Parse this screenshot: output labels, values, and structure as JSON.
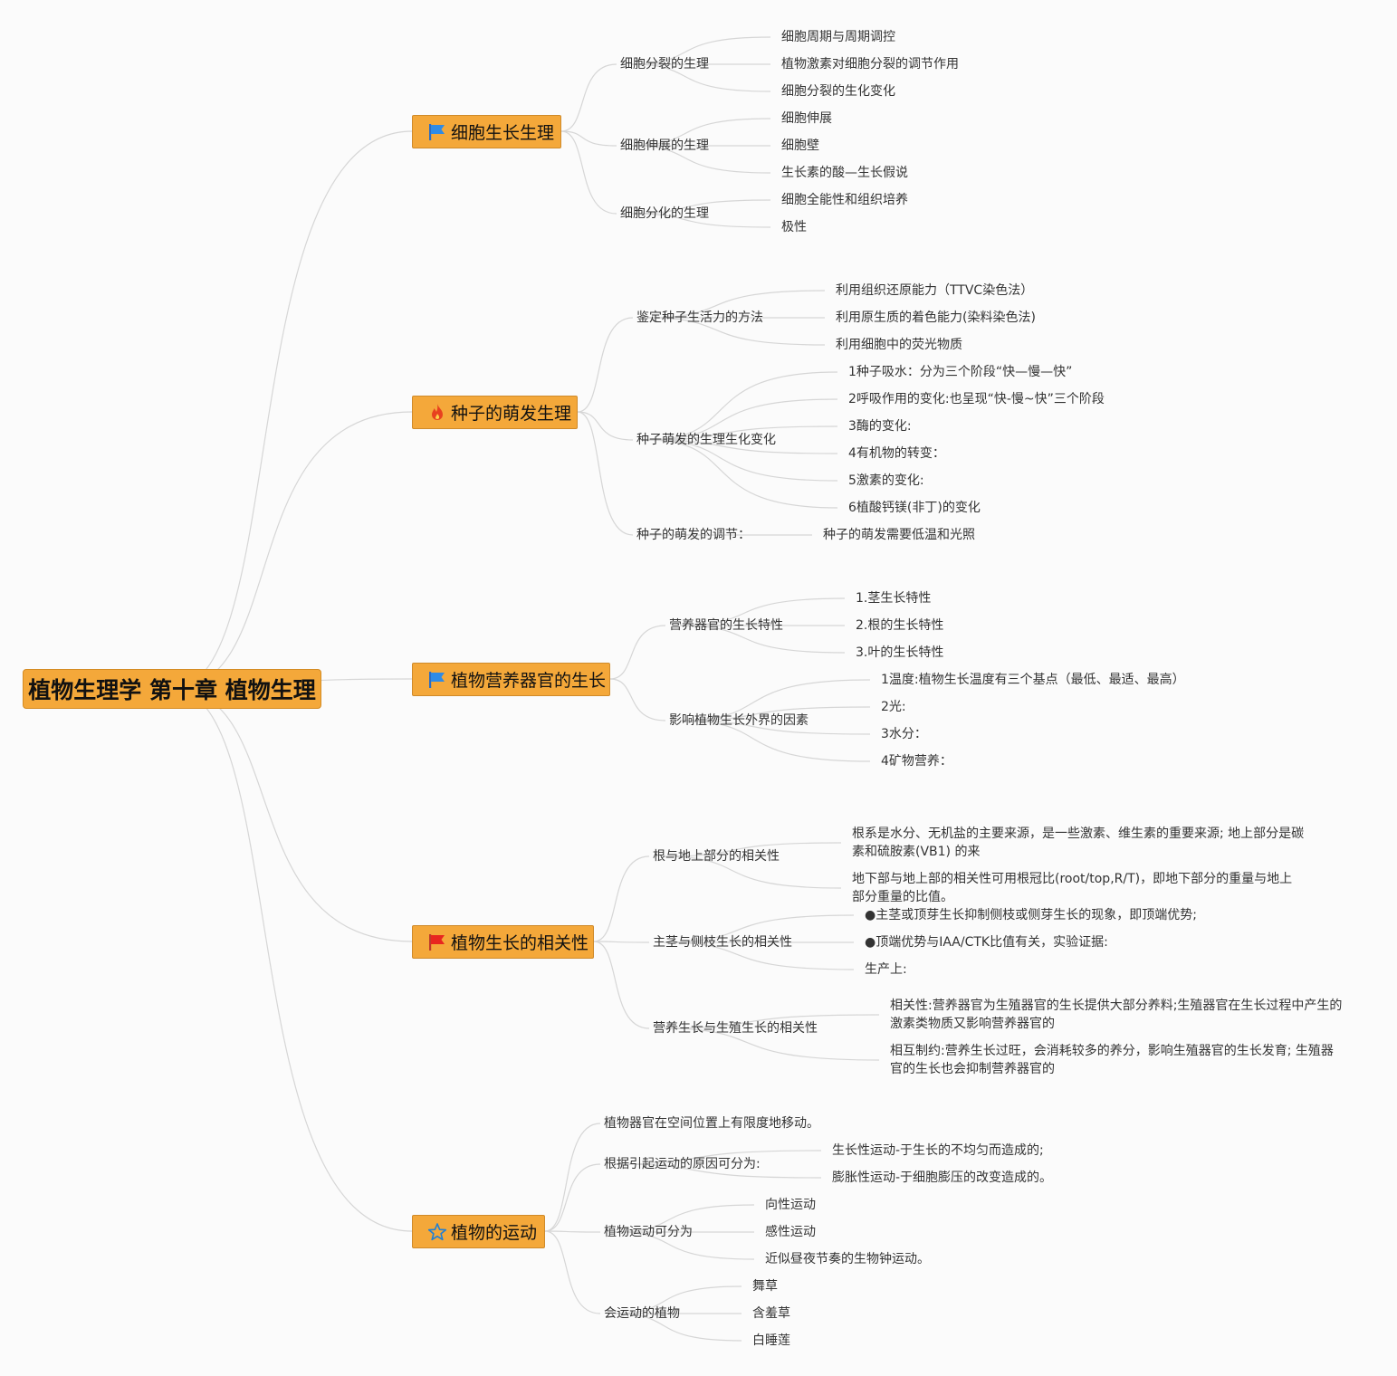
{
  "root": {
    "label": "植物生理学 第十章 植物生理"
  },
  "topics": [
    {
      "label": "细胞生长生理",
      "icon": "blue-flag-icon",
      "children": [
        {
          "label": "细胞分裂的生理",
          "children": [
            "细胞周期与周期调控",
            "植物激素对细胞分裂的调节作用",
            "细胞分裂的生化变化"
          ]
        },
        {
          "label": "细胞伸展的生理",
          "children": [
            "细胞伸展",
            "细胞壁",
            "生长素的酸—生长假说"
          ]
        },
        {
          "label": "细胞分化的生理",
          "children": [
            "细胞全能性和组织培养",
            "极性"
          ]
        }
      ]
    },
    {
      "label": "种子的萌发生理",
      "icon": "fire-icon",
      "children": [
        {
          "label": "鉴定种子生活力的方法",
          "children": [
            "利用组织还原能力（TTVC染色法）",
            "利用原生质的着色能力(染料染色法)",
            "利用细胞中的荧光物质"
          ]
        },
        {
          "label": "种子萌发的生理生化变化",
          "children": [
            "1种子吸水：分为三个阶段“快—慢—快”",
            "2呼吸作用的变化:也呈现“快-慢~快”三个阶段",
            "3酶的变化:",
            "4有机物的转变：",
            "5激素的变化:",
            "6植酸钙镁(非丁)的变化"
          ]
        },
        {
          "label": "种子的萌发的调节：",
          "children": [
            "种子的萌发需要低温和光照"
          ]
        }
      ]
    },
    {
      "label": "植物营养器官的生长",
      "icon": "blue-flag-icon",
      "children": [
        {
          "label": "营养器官的生长特性",
          "children": [
            "1.茎生长特性",
            "2.根的生长特性",
            "3.叶的生长特性"
          ]
        },
        {
          "label": "影响植物生长外界的因素",
          "children": [
            "1温度:植物生长温度有三个基点（最低、最适、最高）",
            "2光:",
            "3水分：",
            "4矿物营养："
          ]
        }
      ]
    },
    {
      "label": "植物生长的相关性",
      "icon": "red-flag-icon",
      "children": [
        {
          "label": "根与地上部分的相关性",
          "children": [
            "根系是水分、无机盐的主要来源，是一些激素、维生素的重要来源; 地上部分是碳素和硫胺素(VB1) 的来",
            "地下部与地上部的相关性可用根冠比(root/top,R/T)，即地下部分的重量与地上部分重量的比值。"
          ]
        },
        {
          "label": "主茎与侧枝生长的相关性",
          "children": [
            "●主茎或顶芽生长抑制侧枝或侧芽生长的现象，即顶端优势;",
            "●顶端优势与IAA/CTK比值有关，实验证据:",
            "生产上:"
          ]
        },
        {
          "label": "营养生长与生殖生长的相关性",
          "children": [
            "相关性:营养器官为生殖器官的生长提供大部分养料;生殖器官在生长过程中产生的激素类物质又影响营养器官的",
            "相互制约:营养生长过旺，会消耗较多的养分，影响生殖器官的生长发育; 生殖器官的生长也会抑制营养器官的"
          ]
        }
      ]
    },
    {
      "label": "植物的运动",
      "icon": "star-icon",
      "children": [
        {
          "label": "植物器官在空间位置上有限度地移动。",
          "children": []
        },
        {
          "label": "根据引起运动的原因可分为:",
          "children": [
            "生长性运动-于生长的不均匀而造成的;",
            "膨胀性运动-于细胞膨压的改变造成的。"
          ]
        },
        {
          "label": "植物运动可分为",
          "children": [
            "向性运动",
            "感性运动",
            "近似昼夜节奏的生物钟运动。"
          ]
        },
        {
          "label": "会运动的植物",
          "children": [
            "舞草",
            "含羞草",
            "白睡莲"
          ]
        }
      ]
    }
  ]
}
